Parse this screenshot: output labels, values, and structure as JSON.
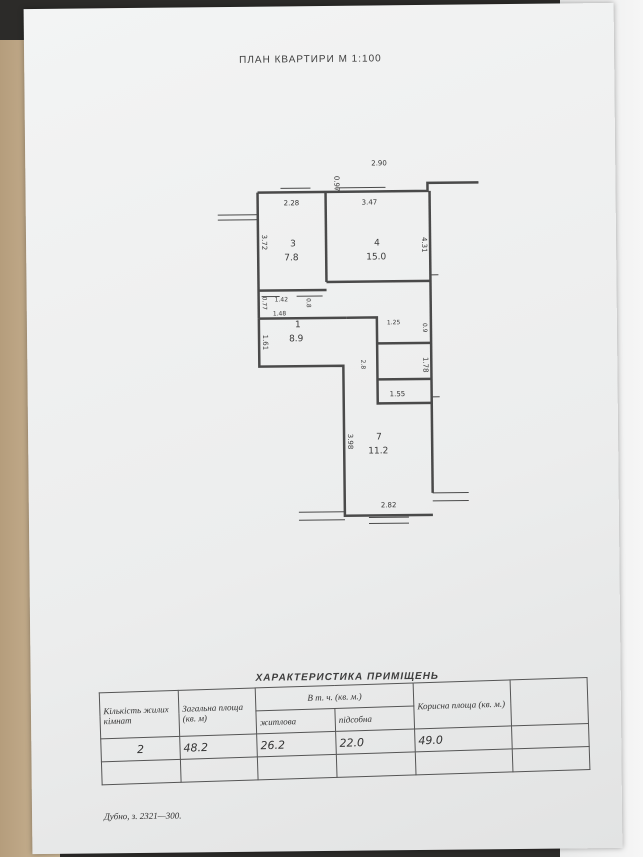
{
  "document": {
    "title": "ПЛАН КВАРТИРИ М 1:100",
    "footer": "Дубно, з. 2321—300."
  },
  "plan": {
    "rooms": [
      {
        "number": "3",
        "area": "7.8"
      },
      {
        "number": "4",
        "area": "15.0"
      },
      {
        "number": "1",
        "area": "8.9"
      },
      {
        "number": "7",
        "area": "11.2"
      }
    ],
    "dimensions": [
      "2.90",
      "0.97",
      "2.28",
      "3.47",
      "3.72",
      "4.31",
      "1.42",
      "1.48",
      "0.77",
      "0.8",
      "1.61",
      "1.25",
      "0.9",
      "2.8",
      "1.78",
      "1.55",
      "3.98",
      "2.82"
    ]
  },
  "characteristics": {
    "title": "ХАРАКТЕРИСТИКА ПРИМІЩЕНЬ",
    "headers": {
      "rooms": "Кількість жилих кімнат",
      "total": "Загальна площа (кв. м)",
      "group": "В т. ч. (кв. м.)",
      "living": "житлова",
      "aux": "підсобна",
      "useful": "Корисна площа (кв. м.)"
    },
    "values": {
      "rooms": "2",
      "total": "48.2",
      "living": "26.2",
      "aux": "22.0",
      "useful": "49.0"
    }
  }
}
